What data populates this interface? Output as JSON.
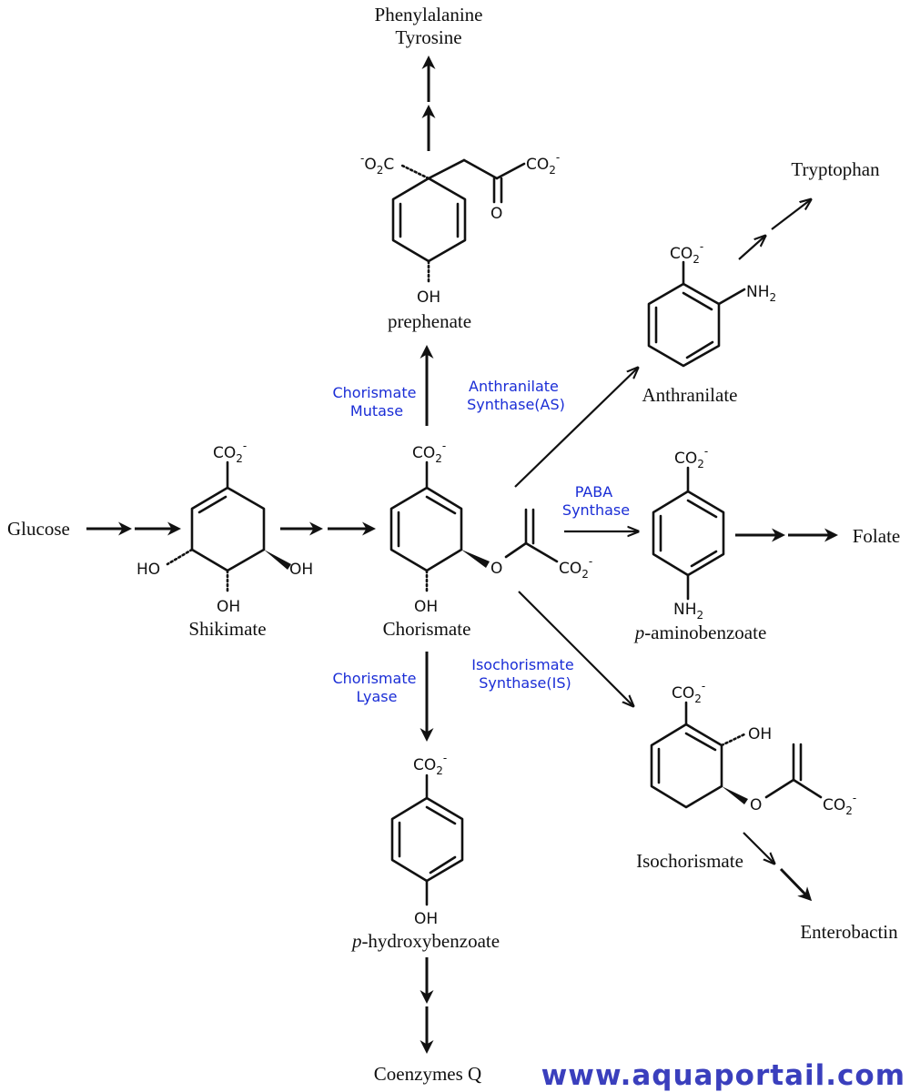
{
  "compounds": {
    "glucose": "Glucose",
    "shikimate": "Shikimate",
    "chorismate": "Chorismate",
    "prephenate": "prephenate",
    "phenylalanine": "Phenylalanine",
    "tyrosine": "Tyrosine",
    "anthranilate": "Anthranilate",
    "tryptophan": "Tryptophan",
    "paba_prefix": "p",
    "paba_rest": "-aminobenzoate",
    "folate": "Folate",
    "isochorismate": "Isochorismate",
    "enterobactin": "Enterobactin",
    "phb_prefix": "p",
    "phb_rest": "-hydroxybenzoate",
    "coenzymes_q": "Coenzymes Q"
  },
  "enzymes": {
    "chorismate_mutase": [
      "Chorismate",
      "Mutase"
    ],
    "anthranilate_synthase": [
      "Anthranilate",
      "Synthase(AS)"
    ],
    "paba_synthase": [
      "PABA",
      "Synthase"
    ],
    "isochorismate_synthase": [
      "Isochorismate",
      "Synthase(IS)"
    ],
    "chorismate_lyase": [
      "Chorismate",
      "Lyase"
    ]
  },
  "groups": {
    "co2": "CO",
    "co2_sub": "2",
    "charge": "-",
    "oh": "OH",
    "ho": "HO",
    "o": "O",
    "nh2": "NH",
    "nh2_sub": "2"
  },
  "watermark": "www.aquaportail.com",
  "colors": {
    "enzyme": "#1a2dd6",
    "watermark": "#3a3fbd",
    "ink": "#111111"
  }
}
